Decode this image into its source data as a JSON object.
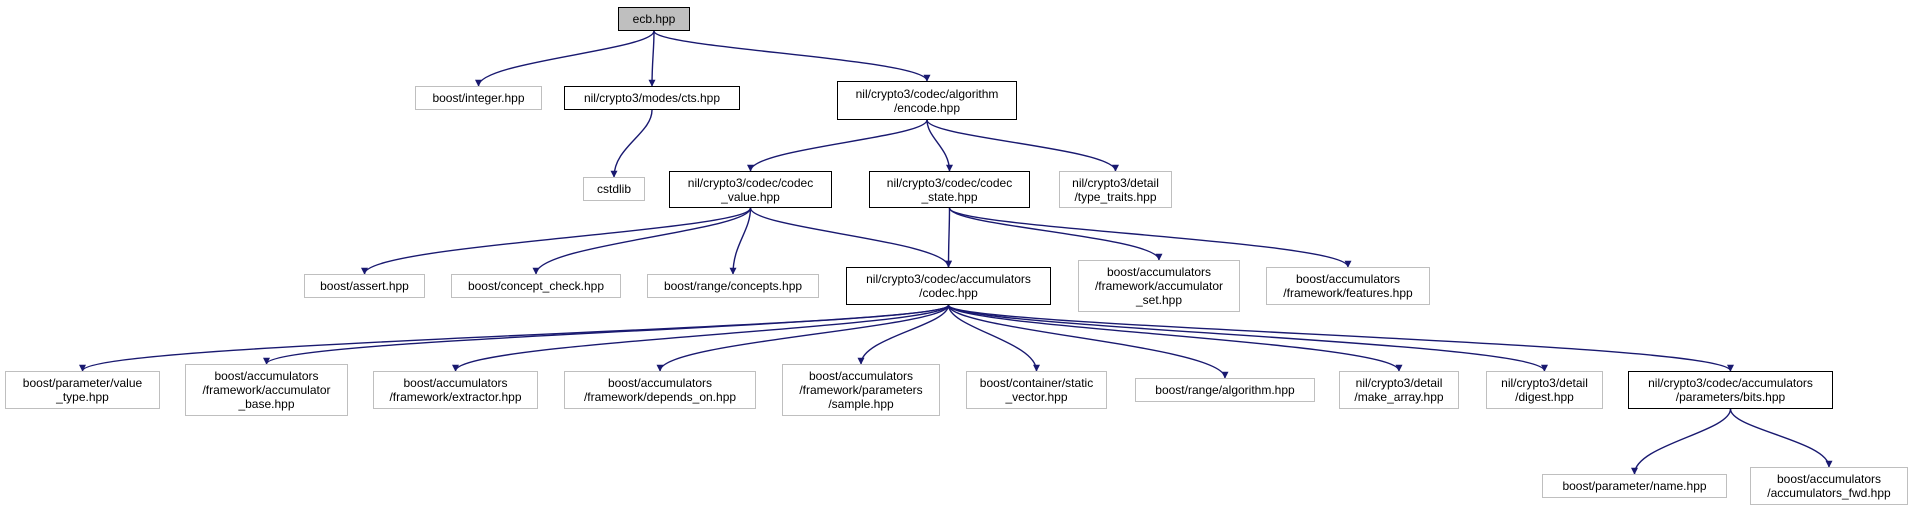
{
  "colors": {
    "edge": "#191970",
    "root_fill": "#bfbfbf",
    "external_border": "#bfbfbf",
    "documented_border": "#000000"
  },
  "nodes": {
    "ecb": {
      "label": "ecb.hpp",
      "kind": "root"
    },
    "boost_integer": {
      "label": "boost/integer.hpp",
      "kind": "external"
    },
    "cts": {
      "label": "nil/crypto3/modes/cts.hpp",
      "kind": "documented"
    },
    "encode": {
      "label": "nil/crypto3/codec/algorithm\n/encode.hpp",
      "kind": "documented"
    },
    "cstdlib": {
      "label": "cstdlib",
      "kind": "external"
    },
    "codec_value": {
      "label": "nil/crypto3/codec/codec\n_value.hpp",
      "kind": "documented"
    },
    "codec_state": {
      "label": "nil/crypto3/codec/codec\n_state.hpp",
      "kind": "documented"
    },
    "type_traits": {
      "label": "nil/crypto3/detail\n/type_traits.hpp",
      "kind": "external"
    },
    "assert": {
      "label": "boost/assert.hpp",
      "kind": "external"
    },
    "concept_check": {
      "label": "boost/concept_check.hpp",
      "kind": "external"
    },
    "range_concepts": {
      "label": "boost/range/concepts.hpp",
      "kind": "external"
    },
    "acc_codec": {
      "label": "nil/crypto3/codec/accumulators\n/codec.hpp",
      "kind": "documented"
    },
    "acc_set": {
      "label": "boost/accumulators\n/framework/accumulator\n_set.hpp",
      "kind": "external"
    },
    "features": {
      "label": "boost/accumulators\n/framework/features.hpp",
      "kind": "external"
    },
    "value_type": {
      "label": "boost/parameter/value\n_type.hpp",
      "kind": "external"
    },
    "acc_base": {
      "label": "boost/accumulators\n/framework/accumulator\n_base.hpp",
      "kind": "external"
    },
    "extractor": {
      "label": "boost/accumulators\n/framework/extractor.hpp",
      "kind": "external"
    },
    "depends_on": {
      "label": "boost/accumulators\n/framework/depends_on.hpp",
      "kind": "external"
    },
    "sample": {
      "label": "boost/accumulators\n/framework/parameters\n/sample.hpp",
      "kind": "external"
    },
    "static_vector": {
      "label": "boost/container/static\n_vector.hpp",
      "kind": "external"
    },
    "range_algorithm": {
      "label": "boost/range/algorithm.hpp",
      "kind": "external"
    },
    "make_array": {
      "label": "nil/crypto3/detail\n/make_array.hpp",
      "kind": "external"
    },
    "digest": {
      "label": "nil/crypto3/detail\n/digest.hpp",
      "kind": "external"
    },
    "bits": {
      "label": "nil/crypto3/codec/accumulators\n/parameters/bits.hpp",
      "kind": "documented"
    },
    "param_name": {
      "label": "boost/parameter/name.hpp",
      "kind": "external"
    },
    "acc_fwd": {
      "label": "boost/accumulators\n/accumulators_fwd.hpp",
      "kind": "external"
    }
  },
  "edges": [
    [
      "ecb",
      "boost_integer"
    ],
    [
      "ecb",
      "cts"
    ],
    [
      "ecb",
      "encode"
    ],
    [
      "cts",
      "cstdlib"
    ],
    [
      "encode",
      "codec_value"
    ],
    [
      "encode",
      "codec_state"
    ],
    [
      "encode",
      "type_traits"
    ],
    [
      "codec_value",
      "assert"
    ],
    [
      "codec_value",
      "concept_check"
    ],
    [
      "codec_value",
      "range_concepts"
    ],
    [
      "codec_value",
      "acc_codec"
    ],
    [
      "codec_state",
      "acc_codec"
    ],
    [
      "codec_state",
      "acc_set"
    ],
    [
      "codec_state",
      "features"
    ],
    [
      "acc_codec",
      "value_type"
    ],
    [
      "acc_codec",
      "acc_base"
    ],
    [
      "acc_codec",
      "extractor"
    ],
    [
      "acc_codec",
      "depends_on"
    ],
    [
      "acc_codec",
      "sample"
    ],
    [
      "acc_codec",
      "static_vector"
    ],
    [
      "acc_codec",
      "range_algorithm"
    ],
    [
      "acc_codec",
      "make_array"
    ],
    [
      "acc_codec",
      "digest"
    ],
    [
      "acc_codec",
      "bits"
    ],
    [
      "bits",
      "param_name"
    ],
    [
      "bits",
      "acc_fwd"
    ]
  ]
}
